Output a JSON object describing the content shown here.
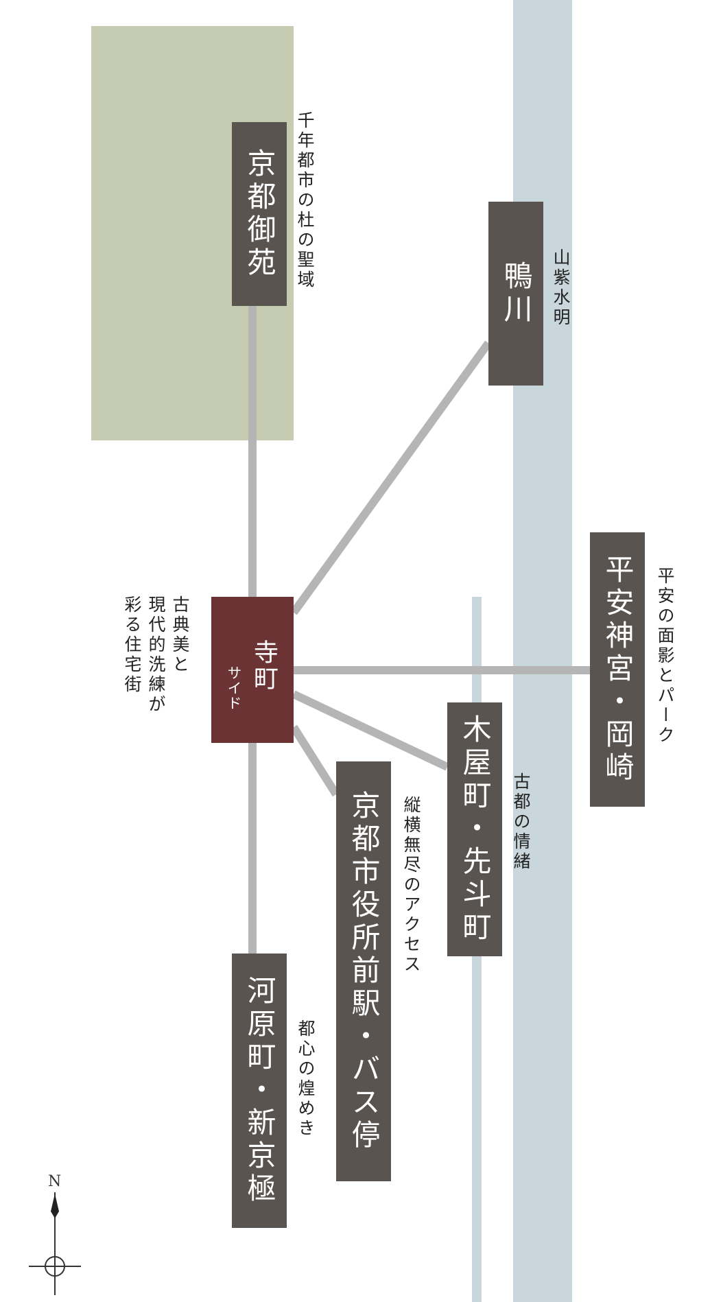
{
  "colors": {
    "park": "#c6ccb2",
    "river": "#c9d7dd",
    "connector": "#b5b5b5",
    "box": "#5a5451",
    "hub": "#6b3334"
  },
  "hub": {
    "main": "寺町",
    "sub": "サイド"
  },
  "hub_caption": "古典美と\n現代的洗練が\n彩る住宅街",
  "destinations": [
    {
      "id": "gosho",
      "name": "京都御苑",
      "caption": "千年都市の杜の聖域"
    },
    {
      "id": "kamogawa",
      "name": "鴨川",
      "caption": "山紫水明"
    },
    {
      "id": "heian",
      "name": "平安神宮・岡崎",
      "caption": "平安の面影とパーク"
    },
    {
      "id": "kiyamachi",
      "name": "木屋町・先斗町",
      "caption": "古都の情緒"
    },
    {
      "id": "shiyakusho",
      "name": "京都市役所前駅・バス停",
      "caption": "縦横無尽のアクセス"
    },
    {
      "id": "kawaramachi",
      "name": "河原町・新京極",
      "caption": "都心の煌めき"
    }
  ],
  "compass": {
    "label": "N",
    "icon": "north-arrow-icon"
  }
}
